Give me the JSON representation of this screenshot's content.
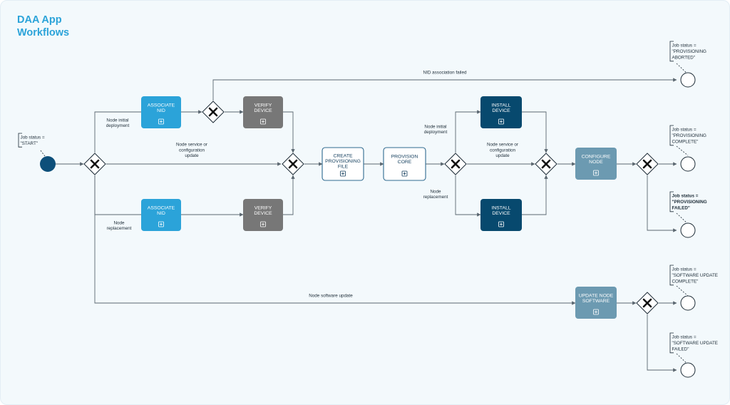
{
  "title": {
    "line1": "DAA App",
    "line2": "Workflows"
  },
  "colors": {
    "light_blue": "#2ba3d9",
    "gray": "#777777",
    "dark_blue": "#07496e",
    "steel_blue": "#6c9ab1",
    "white_box_border": "#2f6a8f",
    "start_event": "#0d4f7a",
    "connector": "#5b6770"
  },
  "tasks": {
    "associate_nid_top": [
      "ASSOCIATE",
      "NID"
    ],
    "verify_device_top": [
      "VERIFY",
      "DEVICE"
    ],
    "associate_nid_bottom": [
      "ASSOCIATE",
      "NID"
    ],
    "verify_device_bottom": [
      "VERIFY",
      "DEVICE"
    ],
    "create_provisioning_file": [
      "CREATE",
      "PROVISIONING",
      "FILE"
    ],
    "provision_core": [
      "PROVISION",
      "CORE"
    ],
    "install_device_top": [
      "INSTALL",
      "DEVICE"
    ],
    "install_device_bottom": [
      "INSTALL",
      "DEVICE"
    ],
    "configure_node": [
      "CONFIGURE",
      "NODE"
    ],
    "update_node_software": [
      "UPDATE NODE",
      "SOFTWARE"
    ]
  },
  "flow_labels": {
    "nid_association_failed": [
      "NID association failed"
    ],
    "node_initial_deployment_1": [
      "Node initial",
      "deployment"
    ],
    "node_service_update_1": [
      "Node service or",
      "configuration",
      "update"
    ],
    "node_replacement_1": [
      "Node",
      "replacement"
    ],
    "node_initial_deployment_2": [
      "Node initial",
      "deployment"
    ],
    "node_service_update_2": [
      "Node service or",
      "configuration",
      "update"
    ],
    "node_replacement_2": [
      "Node",
      "replacement"
    ],
    "node_software_update": [
      "Node software update"
    ]
  },
  "annotations": {
    "start": [
      "Job status =",
      "\"START\""
    ],
    "aborted": [
      "Job status =",
      "\"PROVISIONING",
      "ABORTED\""
    ],
    "complete": [
      "Job status =",
      "\"PROVISIONING",
      "COMPLETE\""
    ],
    "failed": [
      "Job status =",
      "\"PROVISIONING",
      "FAILED\""
    ],
    "sw_complete": [
      "Job status =",
      "\"SOFTWARE UPDATE",
      "COMPLETE\""
    ],
    "sw_failed": [
      "Job status =",
      "\"SOFTWARE UPDATE",
      "FAILED\""
    ]
  }
}
